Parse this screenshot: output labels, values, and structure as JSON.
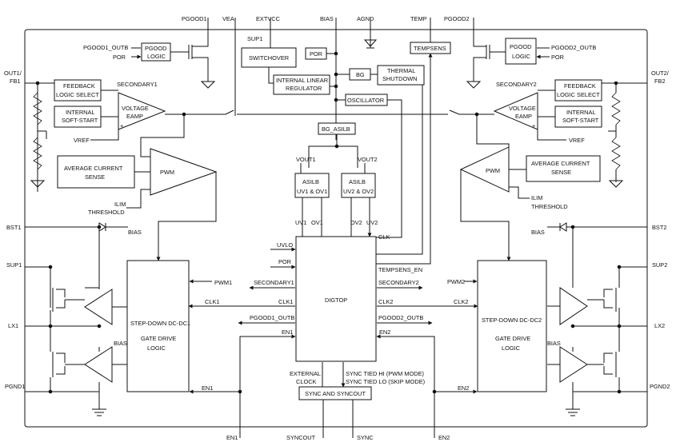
{
  "pins": {
    "top": {
      "pgood1": "PGOOD1",
      "vea": "VEA",
      "extvcc": "EXTVCC",
      "bias": "BIAS",
      "agnd": "AGND",
      "temp": "TEMP",
      "pgood2": "PGOOD2"
    },
    "left": {
      "out1": "OUT1/",
      "fb1": "FB1",
      "bst1": "BST1",
      "sup1": "SUP1",
      "lx1": "LX1",
      "pgnd1": "PGND1"
    },
    "right": {
      "out2": "OUT2/",
      "fb2": "FB2",
      "bst2": "BST2",
      "sup2": "SUP2",
      "lx2": "LX2",
      "pgnd2": "PGND2"
    },
    "bottom": {
      "en1": "EN1",
      "syncout": "SYNCOUT",
      "sync": "SYNC",
      "en2": "EN2"
    }
  },
  "blocks": {
    "pgood_logic_l": [
      "PGOOD",
      "LOGIC"
    ],
    "pgood_logic_r": [
      "PGOOD",
      "LOGIC"
    ],
    "switchover": "SWITCHOVER",
    "internal_linear": [
      "INTERNAL LINEAR",
      "REGULATOR"
    ],
    "por_top": "POR",
    "bg": "BG",
    "thermal": [
      "THERMAL",
      "SHUTDOWN"
    ],
    "tempsens": "TEMPSENS",
    "oscillator": "OSCILLATOR",
    "bg_asilb": "BG_ASILB",
    "asilb1": [
      "ASILB",
      "UV1 & OV1"
    ],
    "asilb2": [
      "ASILB",
      "UV2 & OV2"
    ],
    "feedback_l": [
      "FEEDBACK",
      "LOGIC SELECT"
    ],
    "softstart_l": [
      "INTERNAL",
      "SOFT-START"
    ],
    "feedback_r": [
      "FEEDBACK",
      "LOGIC SELECT"
    ],
    "softstart_r": [
      "INTERNAL",
      "SOFT-START"
    ],
    "avg_l": [
      "AVERAGE CURRENT",
      "SENSE"
    ],
    "avg_r": [
      "AVERAGE CURRENT",
      "SENSE"
    ],
    "gate_l": [
      "STEP-DOWN DC-DC1",
      "GATE DRIVE",
      "LOGIC"
    ],
    "gate_r": [
      "STEP-DOWN DC-DC2",
      "GATE DRIVE",
      "LOGIC"
    ],
    "digtop": "DIGTOP",
    "sync_block": "SYNC AND SYNCOUT"
  },
  "labels": {
    "pgood1_outb": "PGOOD1_OUTB",
    "por": "POR",
    "pgood2_outb": "PGOOD2_OUTB",
    "por2": "POR",
    "sup1_int": "SUP1",
    "secondary1": "SECONDARY1",
    "secondary2": "SECONDARY2",
    "voltage_eamp": [
      "VOLTAGE",
      "EAMP"
    ],
    "vref": "VREF",
    "pwm": "PWM",
    "ilim": [
      "ILIM",
      "THRESHOLD"
    ],
    "bias": "BIAS",
    "vout1": "VOUT1",
    "vout2": "VOUT2",
    "uv1": "UV1",
    "ov1": "OV1",
    "ov2": "OV2",
    "uv2": "UV2",
    "clk": "CLK",
    "uvlo": "UVLO",
    "tempsens_en": "TEMPSENS_EN",
    "pwm1": "PWM1",
    "pwm2": "PWM2",
    "clk1": "CLK1",
    "clk2": "CLK2",
    "en1": "EN1",
    "en2": "EN2",
    "external_clock": [
      "EXTERNAL",
      "CLOCK"
    ],
    "sync_hi": "SYNC TIED HI (PWM MODE)",
    "sync_lo": "SYNC TIED LO (SKIP MODE)",
    "plus": "+"
  }
}
